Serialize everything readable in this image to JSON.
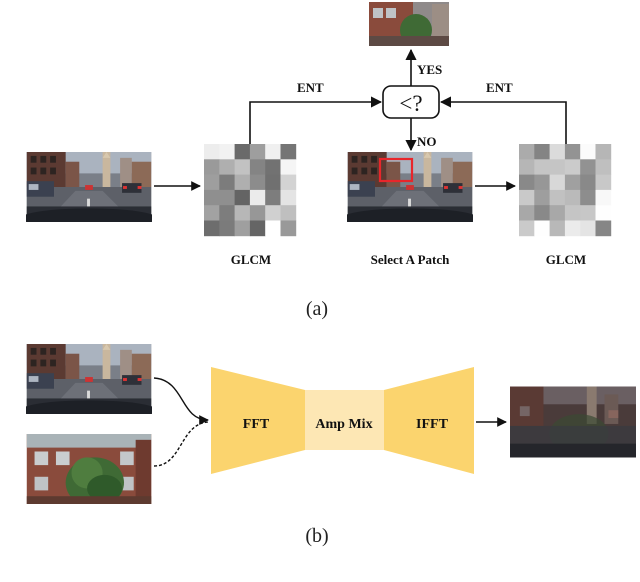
{
  "panel_a": {
    "caption": "(a)",
    "decision_label": "<?",
    "edge_left_label": "ENT",
    "edge_right_label": "ENT",
    "edge_up_label": "YES",
    "edge_down_label": "NO",
    "glcm_left_label": "GLCM",
    "select_patch_label": "Select A Patch",
    "glcm_right_label": "GLCM"
  },
  "panel_b": {
    "caption": "(b)",
    "fft_label": "FFT",
    "amp_mix_label": "Amp Mix",
    "ifft_label": "IFFT"
  },
  "colors": {
    "fft_fill": "#fbd46e",
    "amp_fill": "#fde7b4",
    "patch_box": "#e8262b",
    "arrow": "#111111"
  }
}
